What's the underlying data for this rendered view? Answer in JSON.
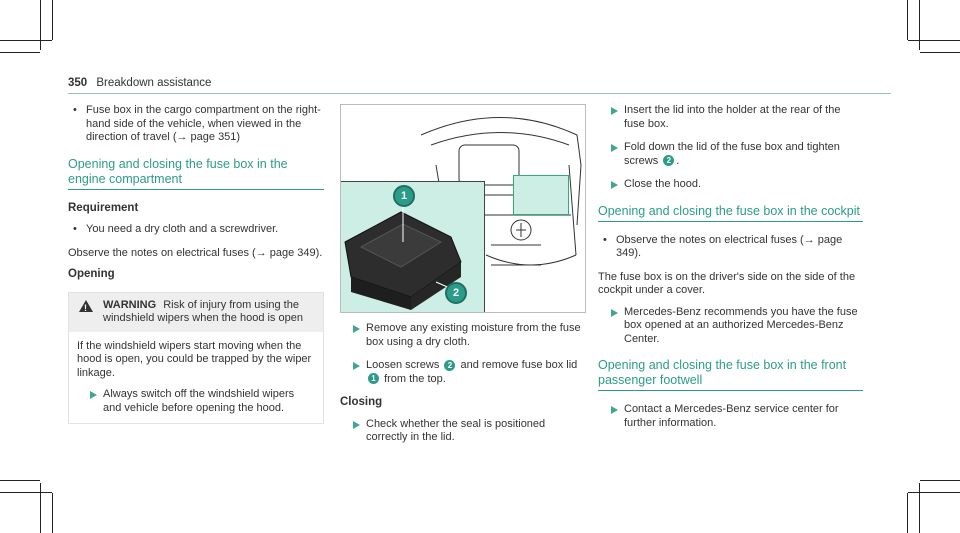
{
  "header": {
    "page_number": "350",
    "title": "Breakdown assistance"
  },
  "col1": {
    "bullet": "Fuse box in the cargo compartment on the right-hand side of the vehicle, when viewed in the direction of travel (→ page 351)",
    "section_title": "Opening and closing the fuse box in the engine compartment",
    "requirement_heading": "Requirement",
    "requirement_item": "You need a dry cloth and a screwdriver.",
    "observe_text": "Observe the notes on electrical fuses (→ page 349).",
    "opening_heading": "Opening",
    "warning": {
      "label": "WARNING",
      "text": "Risk of injury from using the windshield wipers when the hood is open",
      "body": "If the windshield wipers start moving when the hood is open, you could be trapped by the wiper linkage.",
      "step": "Always switch off the windshield wipers and vehicle before opening the hood."
    }
  },
  "figure": {
    "callout_1": "1",
    "callout_2": "2",
    "icon": "engine-compartment-fuse-box-illustration"
  },
  "col2": {
    "step_1": "Remove any existing moisture from the fuse box using a dry cloth.",
    "step_2a": "Loosen screws",
    "step_2_num_a": "2",
    "step_2b": "and remove fuse box lid",
    "step_2_num_b": "1",
    "step_2c": "from the top.",
    "closing_heading": "Closing",
    "step_3": "Check whether the seal is positioned correctly in the lid."
  },
  "col3": {
    "step_1": "Insert the lid into the holder at the rear of the fuse box.",
    "step_2a": "Fold down the lid of the fuse box and tighten screws",
    "step_2_num": "2",
    "step_2b": ".",
    "step_3": "Close the hood.",
    "section2_title": "Opening and closing the fuse box in the cockpit",
    "bullet": "Observe the notes on electrical fuses (→ page 349).",
    "para": "The fuse box is on the driver's side on the side of the cockpit under a cover.",
    "step_4": "Mercedes-Benz recommends you have the fuse box opened at an authorized Mercedes-Benz Center.",
    "section3_title": "Opening and closing the fuse box in the front passenger footwell",
    "step_5": "Contact a Mercedes-Benz service center for further information."
  },
  "colors": {
    "accent": "#2c9c8a",
    "highlight": "#cdeee5"
  }
}
